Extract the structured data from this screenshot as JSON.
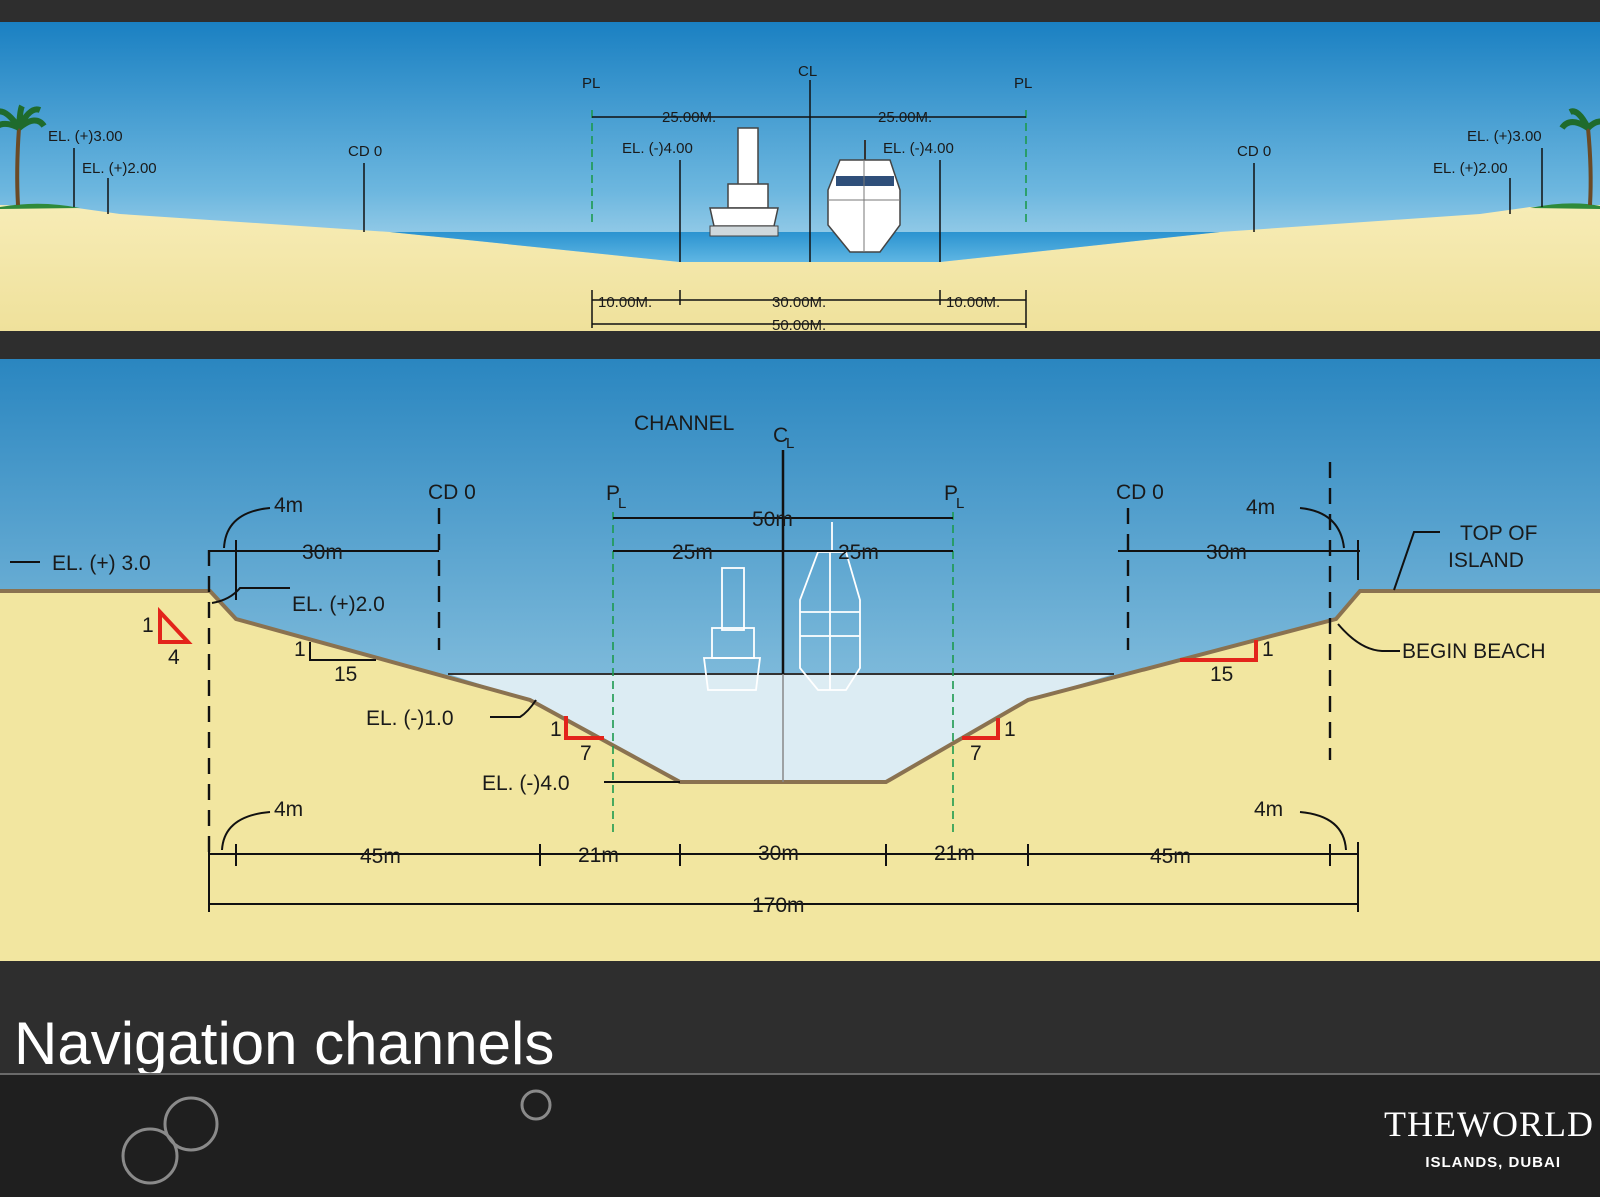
{
  "top_section": {
    "labels": {
      "pl_left": "PL",
      "cl": "CL",
      "pl_right": "PL",
      "half_left": "25.00M.",
      "half_right": "25.00M.",
      "el_ch_left": "EL. (-)4.00",
      "el_ch_right": "EL. (-)4.00",
      "cd_left": "CD 0",
      "cd_right": "CD 0",
      "el3_left": "EL. (+)3.00",
      "el2_left": "EL. (+)2.00",
      "el3_right": "EL. (+)3.00",
      "el2_right": "EL. (+)2.00",
      "bottom_left": "10.00M.",
      "bottom_mid": "30.00M.",
      "bottom_right": "10.00M.",
      "bottom_total": "50.00M."
    }
  },
  "main_section": {
    "labels": {
      "channel": "CHANNEL",
      "cl_symbol": "C",
      "cl_sub": "L",
      "pl_symbol": "P",
      "pl_sub": "L",
      "cd_left": "CD 0",
      "cd_right": "CD 0",
      "w50": "50m",
      "w25_left": "25m",
      "w25_right": "25m",
      "w30_left": "30m",
      "w30_right": "30m",
      "w4_top_left": "4m",
      "w4_top_right": "4m",
      "el_top": "EL. (+) 3.0",
      "el_2": "EL. (+)2.0",
      "el_m1": "EL. (-)1.0",
      "el_m4": "EL. (-)4.0",
      "top_of_island_1": "TOP OF",
      "top_of_island_2": "ISLAND",
      "begin_beach": "BEGIN BEACH",
      "slope_1_4_rise": "1",
      "slope_1_4_run": "4",
      "slope_1_15_left_rise": "1",
      "slope_1_15_left_run": "15",
      "slope_1_7_left_rise": "1",
      "slope_1_7_left_run": "7",
      "slope_1_15_right_rise": "1",
      "slope_1_15_right_run": "15",
      "slope_1_7_right_rise": "1",
      "slope_1_7_right_run": "7",
      "w4_bot_left": "4m",
      "w4_bot_right": "4m",
      "w45_left": "45m",
      "w21_left": "21m",
      "w30_mid": "30m",
      "w21_right": "21m",
      "w45_right": "45m",
      "w170": "170m"
    }
  },
  "footer": {
    "title": "Navigation channels",
    "logo_line1": "THEWORLD",
    "logo_line2": "ISLANDS, DUBAI"
  },
  "colors": {
    "sky_top": "#1e86c4",
    "sky_bottom": "#d6ecf4",
    "sand": "#f2e6a0",
    "water": "#dcecf3",
    "dark_band": "#2e2e2e",
    "footer": "#1f1f1f",
    "slope_marker": "#e3241b",
    "guide_line": "#1d9a4f"
  }
}
